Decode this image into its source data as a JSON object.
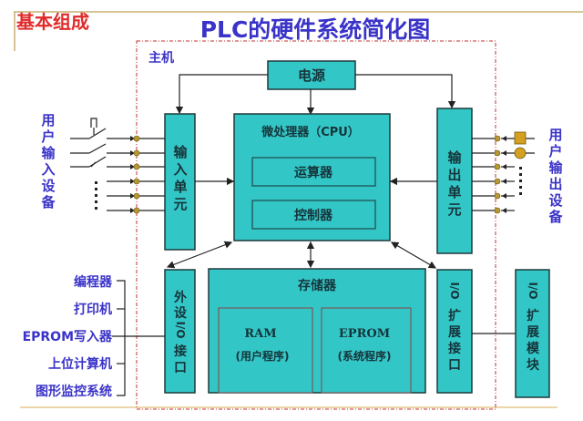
{
  "header": {
    "section_label": "基本组成",
    "title": "PLC的硬件系统简化图"
  },
  "colors": {
    "block_fill": "#33C6C6",
    "title_blue": "#3A33C8",
    "section_red": "#E02A2A",
    "frame_red": "#C03030",
    "header_rule": "#C8B070"
  },
  "host": {
    "label": "主机"
  },
  "blocks": {
    "power": "电源",
    "cpu": "微处理器（CPU）",
    "alu": "运算器",
    "controller": "控制器",
    "input_unit": [
      "输",
      "入",
      "单",
      "元"
    ],
    "output_unit": [
      "输",
      "出",
      "单",
      "元"
    ],
    "memory": "存储器",
    "ram": {
      "name": "RAM",
      "desc": "(用户程序)"
    },
    "eprom": {
      "name": "EPROM",
      "desc": "(系统程序)"
    },
    "peripheral_io": [
      "外",
      "设",
      "I/O",
      "接",
      "口"
    ],
    "io_ext_interface": [
      "I/O",
      "扩",
      "展",
      "接",
      "口"
    ],
    "io_ext_module": [
      "I/O",
      "扩",
      "展",
      "模",
      "块"
    ]
  },
  "input_devices": {
    "label": [
      "用",
      "户",
      "输",
      "入",
      "设",
      "备"
    ]
  },
  "output_devices": {
    "label": [
      "用",
      "户",
      "输",
      "出",
      "设",
      "备"
    ]
  },
  "peripherals": [
    "编程器",
    "打印机",
    "EPROM写入器",
    "上位计算机",
    "图形监控系统"
  ]
}
